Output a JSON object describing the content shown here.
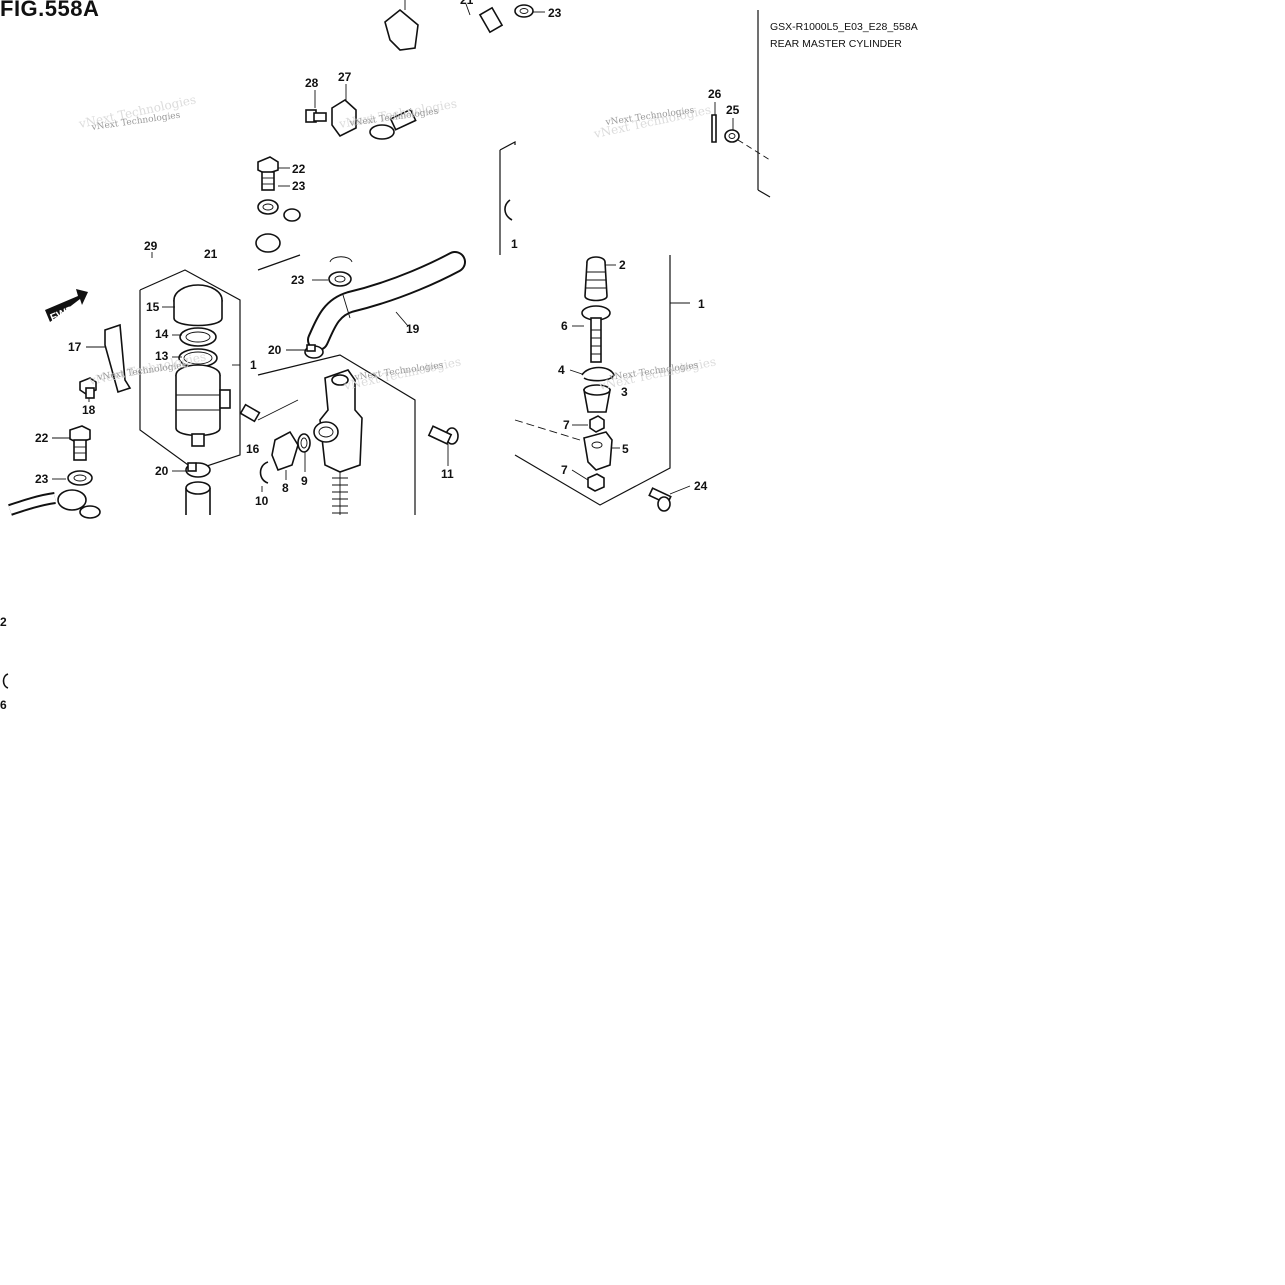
{
  "figure": {
    "title": "FIG.558A",
    "model_code": "GSX-R1000L5_E03_E28_558A",
    "subtitle": "REAR MASTER CYLINDER",
    "watermark": "vNext Technologies",
    "fwd_label": "FWD"
  },
  "callouts": [
    {
      "id": "c21a",
      "label": "21"
    },
    {
      "id": "c23a",
      "label": "23"
    },
    {
      "id": "c28",
      "label": "28"
    },
    {
      "id": "c27",
      "label": "27"
    },
    {
      "id": "c22a",
      "label": "22"
    },
    {
      "id": "c23b",
      "label": "23"
    },
    {
      "id": "c29",
      "label": "29"
    },
    {
      "id": "c21b",
      "label": "21"
    },
    {
      "id": "c15",
      "label": "15"
    },
    {
      "id": "c14",
      "label": "14"
    },
    {
      "id": "c13",
      "label": "13"
    },
    {
      "id": "c1a",
      "label": "1"
    },
    {
      "id": "c17",
      "label": "17"
    },
    {
      "id": "c18",
      "label": "18"
    },
    {
      "id": "c22b",
      "label": "22"
    },
    {
      "id": "c23c",
      "label": "23"
    },
    {
      "id": "c20a",
      "label": "20"
    },
    {
      "id": "c16",
      "label": "16"
    },
    {
      "id": "c10",
      "label": "10"
    },
    {
      "id": "c8",
      "label": "8"
    },
    {
      "id": "c9",
      "label": "9"
    },
    {
      "id": "c11",
      "label": "11"
    },
    {
      "id": "c23d",
      "label": "23"
    },
    {
      "id": "c19",
      "label": "19"
    },
    {
      "id": "c20b",
      "label": "20"
    },
    {
      "id": "c26",
      "label": "26"
    },
    {
      "id": "c25",
      "label": "25"
    },
    {
      "id": "c2",
      "label": "2"
    },
    {
      "id": "c1b",
      "label": "1"
    },
    {
      "id": "c6",
      "label": "6"
    },
    {
      "id": "c4",
      "label": "4"
    },
    {
      "id": "c3",
      "label": "3"
    },
    {
      "id": "c7a",
      "label": "7"
    },
    {
      "id": "c5",
      "label": "5"
    },
    {
      "id": "c7b",
      "label": "7"
    },
    {
      "id": "c24",
      "label": "24"
    },
    {
      "id": "c1c",
      "label": "1"
    },
    {
      "id": "e2",
      "label": "2"
    },
    {
      "id": "e6",
      "label": "6"
    }
  ]
}
